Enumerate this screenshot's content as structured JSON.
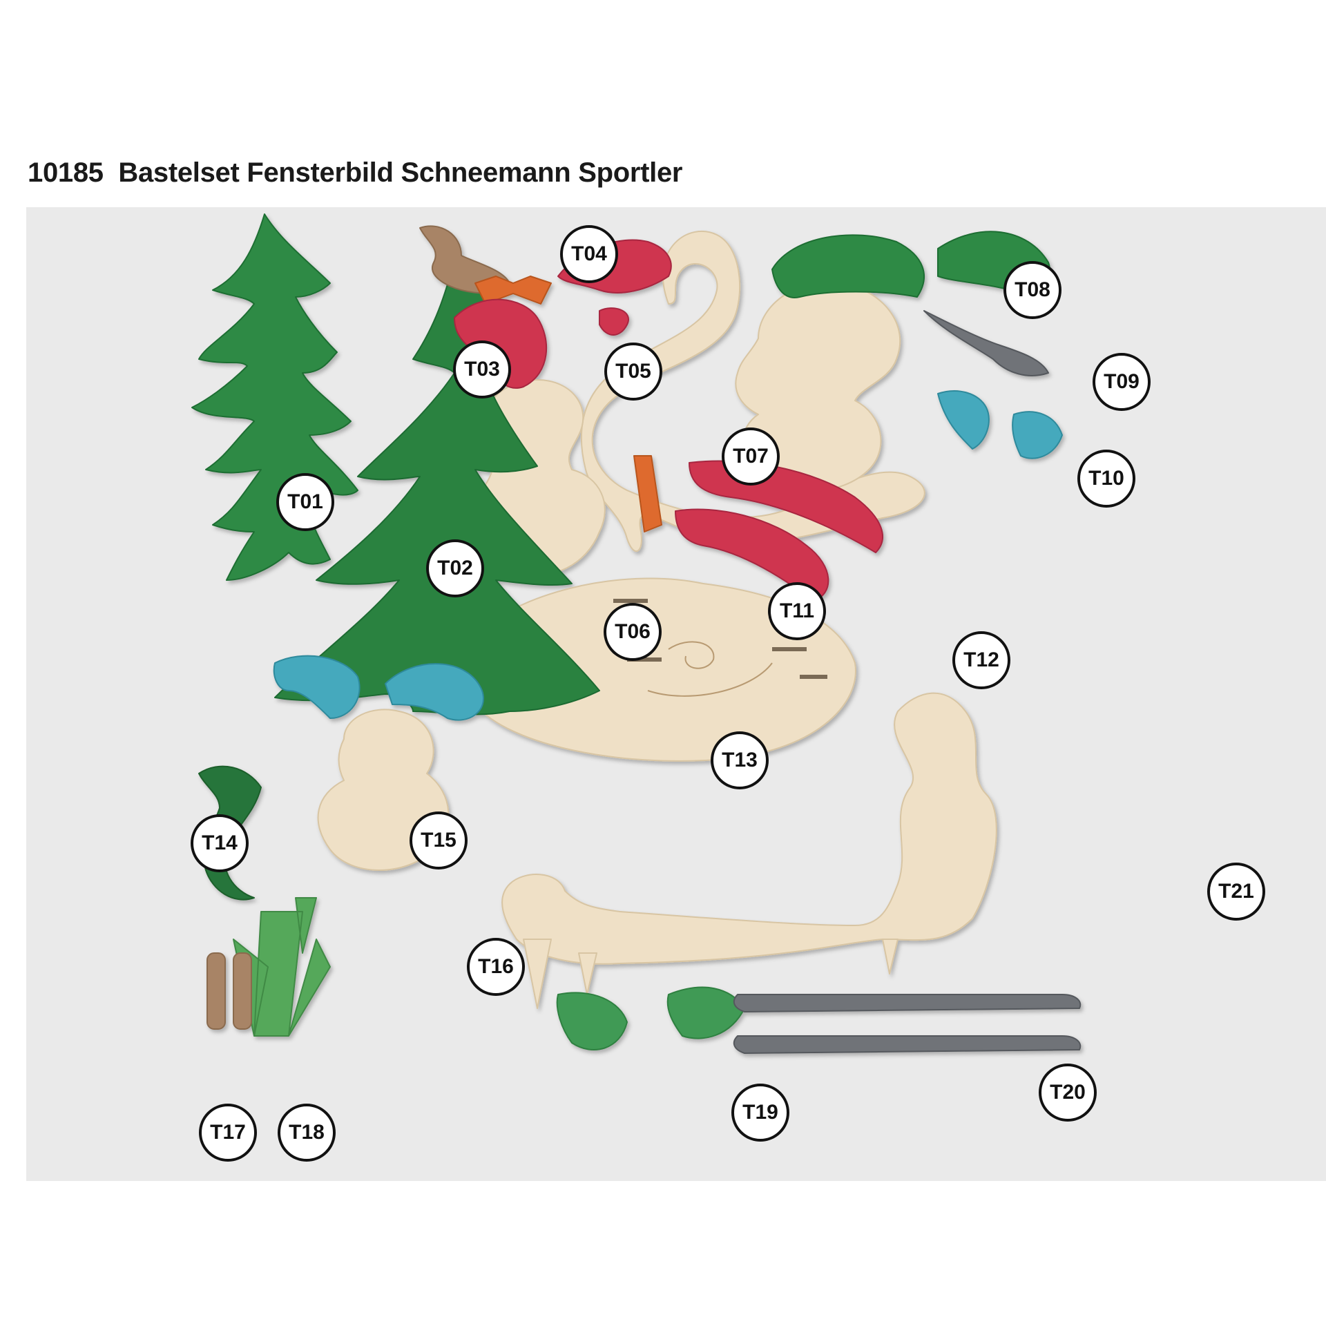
{
  "title": "10185  Bastelset Fensterbild Schneemann Sportler",
  "colors": {
    "background": "#eaeaea",
    "wood": "#efe0c6",
    "green": "#2f8a45",
    "dark_green": "#1f6e33",
    "red": "#cf3550",
    "blue": "#45a9bd",
    "orange": "#de6a2e",
    "grey": "#6f7378",
    "brown": "#a88466"
  },
  "part_labels": [
    "T01",
    "T02",
    "T03",
    "T04",
    "T05",
    "T06",
    "T07",
    "T08",
    "T09",
    "T10",
    "T11",
    "T12",
    "T13",
    "T14",
    "T15",
    "T16",
    "T17",
    "T18",
    "T19",
    "T20",
    "T21"
  ]
}
